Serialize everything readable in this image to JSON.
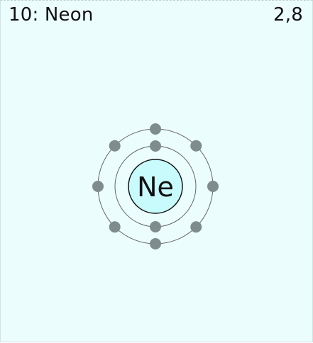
{
  "header": {
    "element_label": "10: Neon",
    "configuration": "2,8"
  },
  "atom": {
    "symbol": "Ne",
    "shells": [
      2,
      8
    ],
    "nucleus_color": "#c8fbfb",
    "electron_color": "#7f8c8d",
    "shell_color": "#666666"
  }
}
